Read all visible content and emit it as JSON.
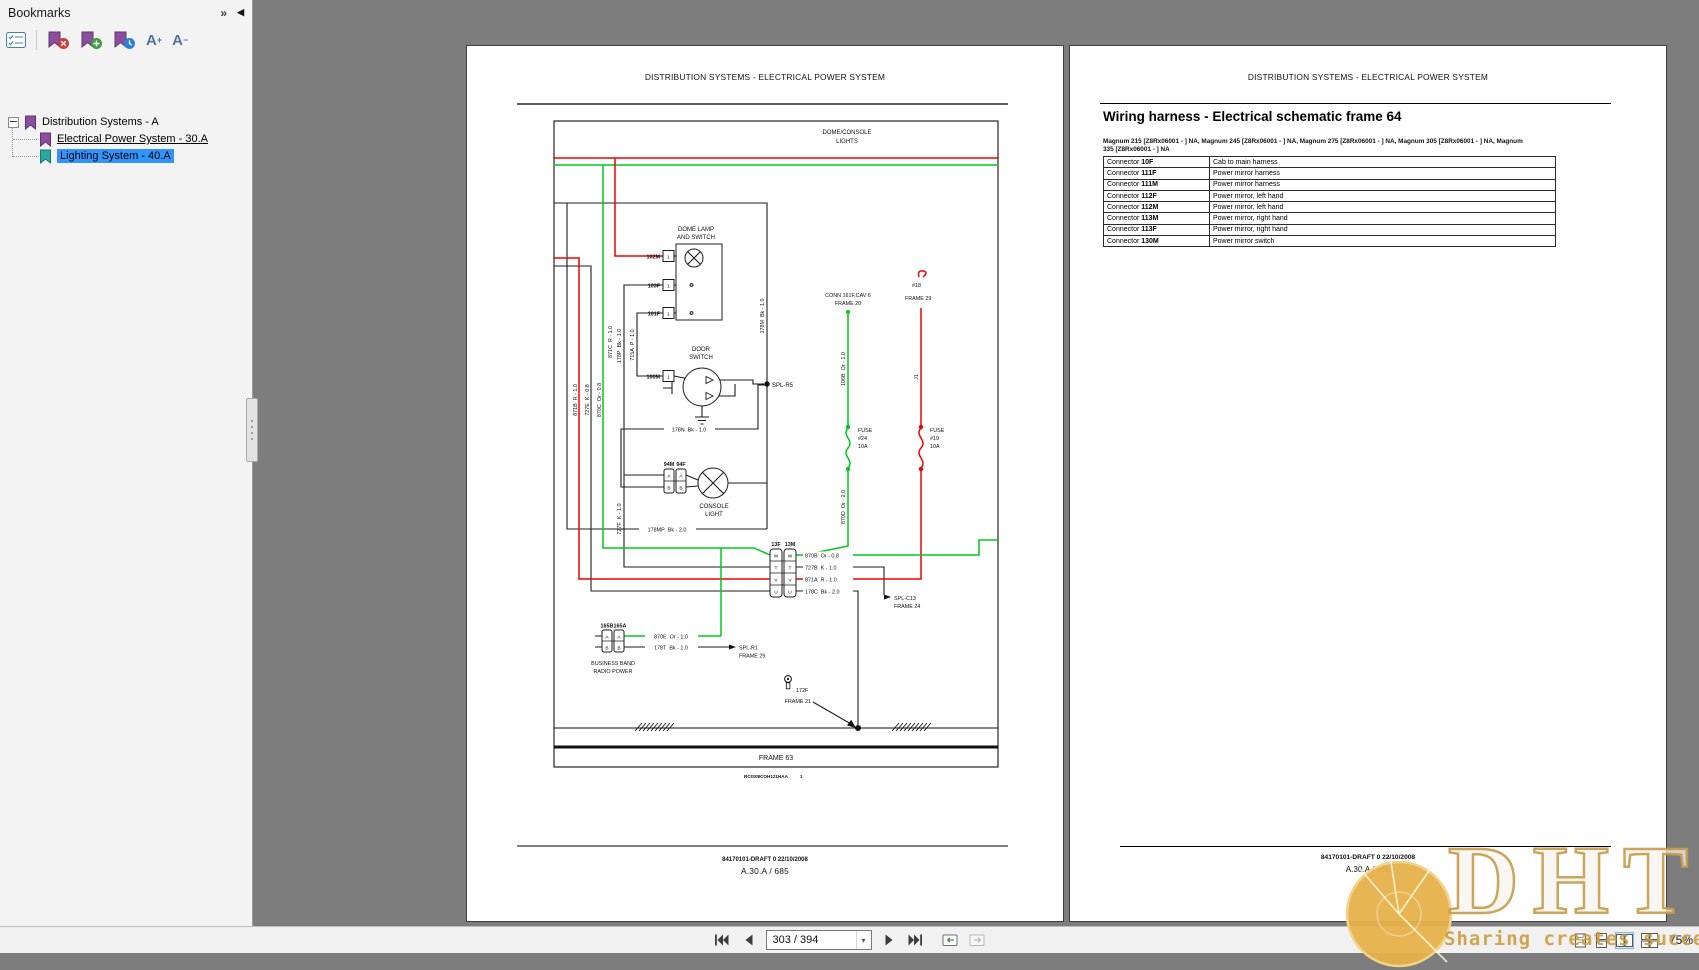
{
  "sidebar": {
    "title": "Bookmarks",
    "expand_icon": "»",
    "collapse_icon": "◀",
    "toolbar": {
      "text_bigger": "A",
      "bigger_sign": "+",
      "text_smaller": "A",
      "smaller_sign": "−"
    },
    "tree": {
      "root": "Distribution Systems - A",
      "child1": "Electrical Power System - 30.A",
      "child2": "Lighting System - 40.A"
    }
  },
  "left_page": {
    "header": "DISTRIBUTION SYSTEMS - ELECTRICAL POWER SYSTEM",
    "diagram": {
      "dome_console_1": "DOME/CONSOLE",
      "dome_console_2": "LIGHTS",
      "dome_lamp_1": "DOME LAMP",
      "dome_lamp_2": "AND SWITCH",
      "c102m": "102M",
      "c103f": "103F",
      "c101f": "101F",
      "c100m": "100M",
      "pin1": "1",
      "door_1": "DOOR",
      "door_2": "SWITCH",
      "spl_r5": "SPL-R5",
      "w178m": "178M  Bk - 1.0",
      "w178n": "178N  Bk - 1.0",
      "w871c": "871C  R - 1.0",
      "w178p": "178P  Bk - 1.0",
      "w715a": "715A  P - 1.0",
      "w871b": "871B  R - 1.0",
      "w727e": "727E  K - 0.8",
      "w870c": "870C  Or - 0.8",
      "w727f": "727F  K - 1.0",
      "c94m": "94M",
      "c94f": "94F",
      "pin_a": "A",
      "pin_b": "B",
      "console_1": "CONSOLE",
      "console_2": "LIGHT",
      "w178mp": "178MP  Bk - 2.0",
      "c13f": "13F",
      "c13m": "13M",
      "pin_w": "W",
      "pin_t": "T",
      "pin_v": "V",
      "pin_u": "U",
      "w870b": "870B  Or - 0.8",
      "w727b": "727B  K - 1.0",
      "w871a": "871A  R - 1.0",
      "w178c": "178C  Bk - 2.0",
      "spl_c13_1": "SPL-C13",
      "spl_c13_2": "FRAME 24",
      "conn161_1": "CONN 161F,CAV 6",
      "conn161_2": "FRAME 20",
      "w106b": "106B  Or - 1.0",
      "fuse": "FUSE",
      "fuse24_no": "#24",
      "fuse24_amp": "10A",
      "fuse19_no": "#19",
      "fuse19_amp": "10A",
      "w870d": "870D  Or - 2.0",
      "ref18": "#18",
      "frame29": "FRAME 29",
      "wj1": "J1",
      "c165b": "165B",
      "c165a": "165A",
      "w870e": "870E  Or - 1.0",
      "w178t": "178T  Bk - 1.0",
      "spl_r1_1": "SPL-R1",
      "spl_r1_2": "FRAME 29",
      "radio_1": "BUSINESS BAND",
      "radio_2": "RADIO POWER",
      "g172f": "172F",
      "g_frame21": "FRAME 21",
      "frame63": "FRAME 63"
    },
    "code": "RCIS08COH121HAA",
    "sheet": "1",
    "footer1": "84170101-DRAFT 0 22/10/2008",
    "footer2": "A.30.A / 685"
  },
  "right_page": {
    "header": "DISTRIBUTION SYSTEMS - ELECTRICAL POWER SYSTEM",
    "title": "Wiring harness - Electrical schematic frame 64",
    "subtitle1": "Magnum 215 [Z8Rx06001 - ] NA, Magnum 245 [Z8Rx06001 - ] NA, Magnum 275 [Z8Rx06001 - ] NA, Magnum 305 [Z8Rx06001 - ] NA, Magnum",
    "subtitle2": "335 [Z8Rx06001 - ] NA",
    "table_rows": [
      {
        "prefix": "Connector",
        "id": "10F",
        "desc": "Cab to main harness"
      },
      {
        "prefix": "Connector",
        "id": "111F",
        "desc": "Power mirror harness"
      },
      {
        "prefix": "Connector",
        "id": "111M",
        "desc": "Power mirror harness"
      },
      {
        "prefix": "Connector",
        "id": "112F",
        "desc": "Power mirror, left hand"
      },
      {
        "prefix": "Connector",
        "id": "112M",
        "desc": "Power mirror, left hand"
      },
      {
        "prefix": "Connector",
        "id": "113M",
        "desc": "Power mirror, right hand"
      },
      {
        "prefix": "Connector",
        "id": "113F",
        "desc": "Power mirror, right hand"
      },
      {
        "prefix": "Connector",
        "id": "130M",
        "desc": "Power mirror switch"
      }
    ],
    "footer1": "84170101-DRAFT 0 22/10/2008",
    "footer2": "A.30.A / 686"
  },
  "bottom_toolbar": {
    "page_field": "303 / 394",
    "zoom": "75%"
  },
  "watermark": {
    "brand": "DHT",
    "tagline": "Sharing creates success"
  },
  "colors": {
    "wire_red": "#f30000",
    "wire_green": "#00c81e",
    "selection_blue": "#3094fa",
    "bookmark_purple": "#8b4e9c",
    "bookmark_teal": "#2aa79e",
    "watermark_gold": "#c69b4a",
    "canvas_gray": "#7d7d7d"
  }
}
